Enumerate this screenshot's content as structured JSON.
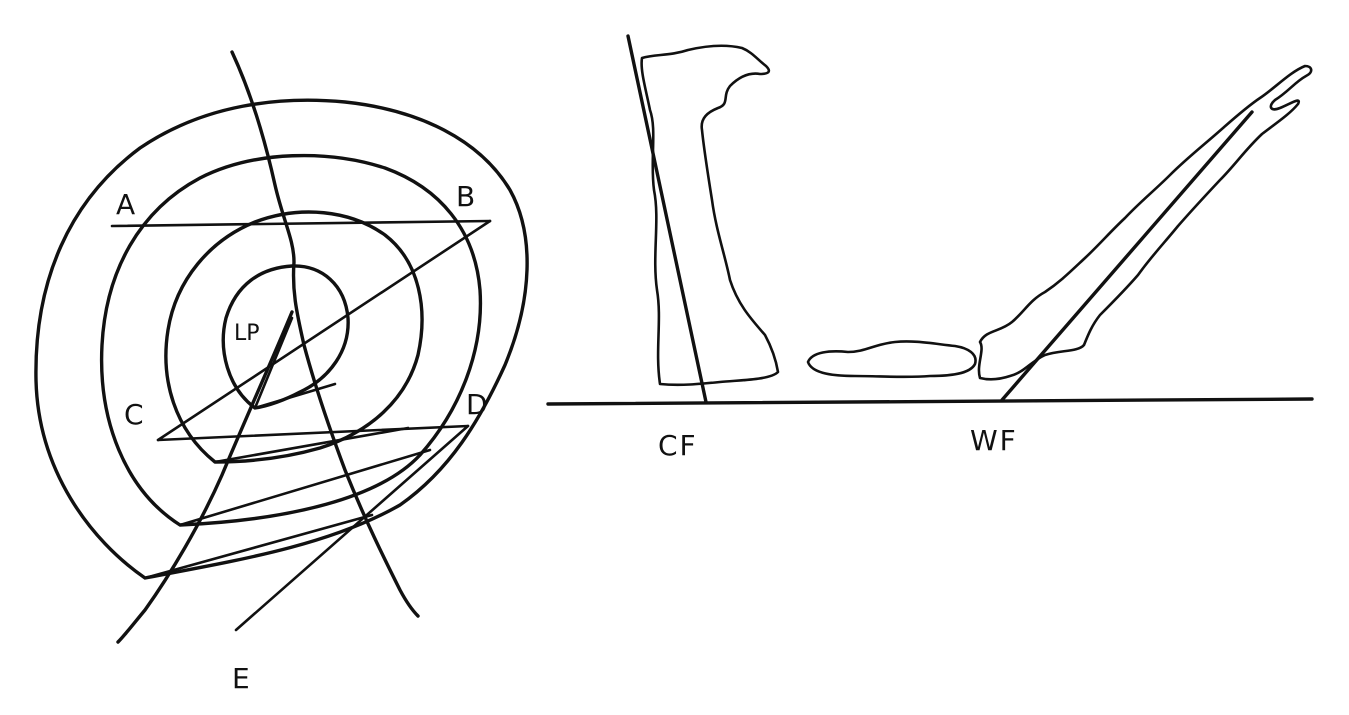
{
  "left_diagram": {
    "labels": {
      "a": "A",
      "b": "B",
      "c": "C",
      "d": "D",
      "e": "E",
      "center": "LP"
    }
  },
  "right_diagram": {
    "labels": {
      "cold_front": "CF",
      "warm_front": "WF"
    }
  }
}
